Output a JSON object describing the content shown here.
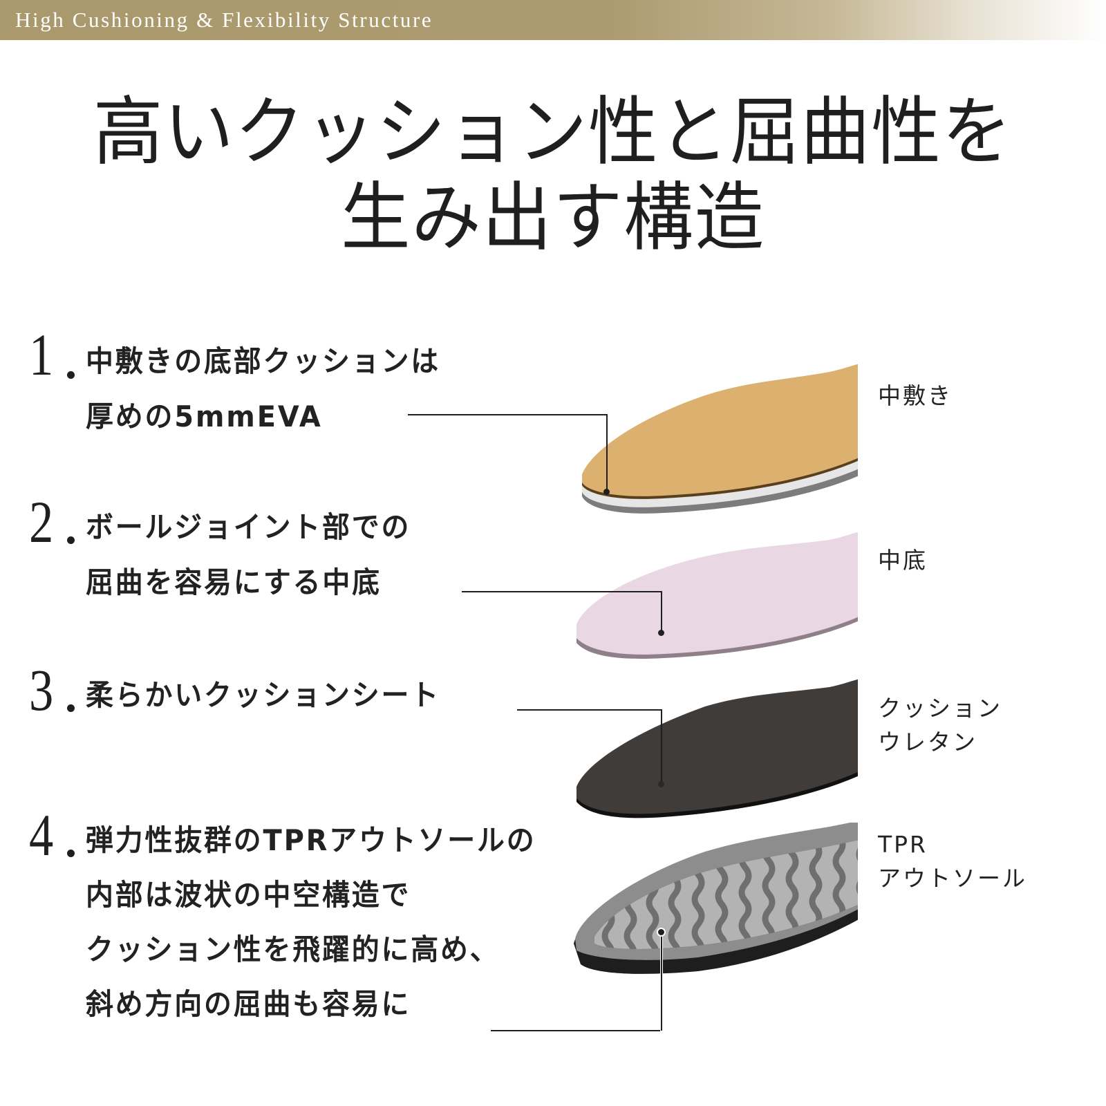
{
  "banner": {
    "text": "High Cushioning & Flexibility Structure",
    "gradient_start": "#ab996e",
    "gradient_end": "#ffffff"
  },
  "title": {
    "line1": "高いクッション性と屈曲性を",
    "line2": "生み出す構造"
  },
  "features": [
    {
      "number": "1",
      "lines": [
        "中敷きの底部クッションは",
        "厚めの5mmEVA"
      ],
      "layer_label": [
        "中敷き"
      ],
      "layer_color": "#dcb06e"
    },
    {
      "number": "2",
      "lines": [
        "ボールジョイント部での",
        "屈曲を容易にする中底"
      ],
      "layer_label": [
        "中底"
      ],
      "layer_color": "#e9d8e3"
    },
    {
      "number": "3",
      "lines": [
        "柔らかいクッションシート"
      ],
      "layer_label": [
        "クッション",
        "ウレタン"
      ],
      "layer_color": "#403c3a"
    },
    {
      "number": "4",
      "lines": [
        "弾力性抜群のTPRアウトソールの",
        "内部は波状の中空構造で",
        "クッション性を飛躍的に高め、",
        "斜め方向の屈曲も容易に"
      ],
      "layer_label": [
        "TPR",
        "アウトソール"
      ],
      "layer_color": "#8a8a8a"
    }
  ]
}
